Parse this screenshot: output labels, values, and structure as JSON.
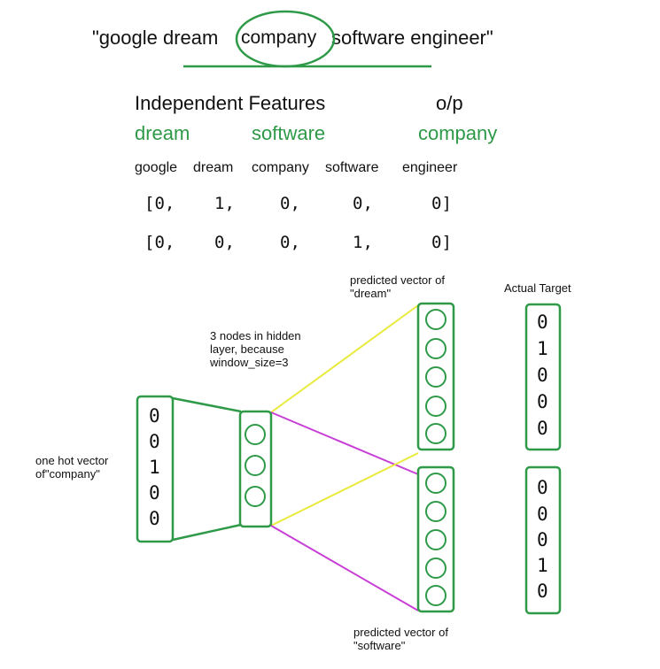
{
  "sentence": {
    "left": "\"google dream",
    "center": "company",
    "right": "software engineer\""
  },
  "header": {
    "features_title": "Independent Features",
    "output_title": "o/p",
    "feature_word_1": "dream",
    "feature_word_2": "software",
    "output_word": "company"
  },
  "vocabulary": [
    "google",
    "dream",
    "company",
    "software",
    "engineer"
  ],
  "vector_rows": [
    [
      "[0,",
      "1,",
      "0,",
      "0,",
      "0]"
    ],
    [
      "[0,",
      "0,",
      "0,",
      "1,",
      "0]"
    ]
  ],
  "labels": {
    "one_hot": "one hot vector of\"company\"",
    "hidden": "3 nodes in hidden layer, because window_size=3",
    "pred_dream": "predicted vector of \"dream\"",
    "pred_software": "predicted vector of \"software\"",
    "actual_target": "Actual Target"
  },
  "input_vector": [
    "0",
    "0",
    "1",
    "0",
    "0"
  ],
  "target_dream": [
    "0",
    "1",
    "0",
    "0",
    "0"
  ],
  "target_software": [
    "0",
    "0",
    "0",
    "1",
    "0"
  ],
  "colors": {
    "green": "#2e9a48",
    "yellow": "#e8ea3c",
    "magenta": "#c83fd6",
    "text": "#111111"
  }
}
